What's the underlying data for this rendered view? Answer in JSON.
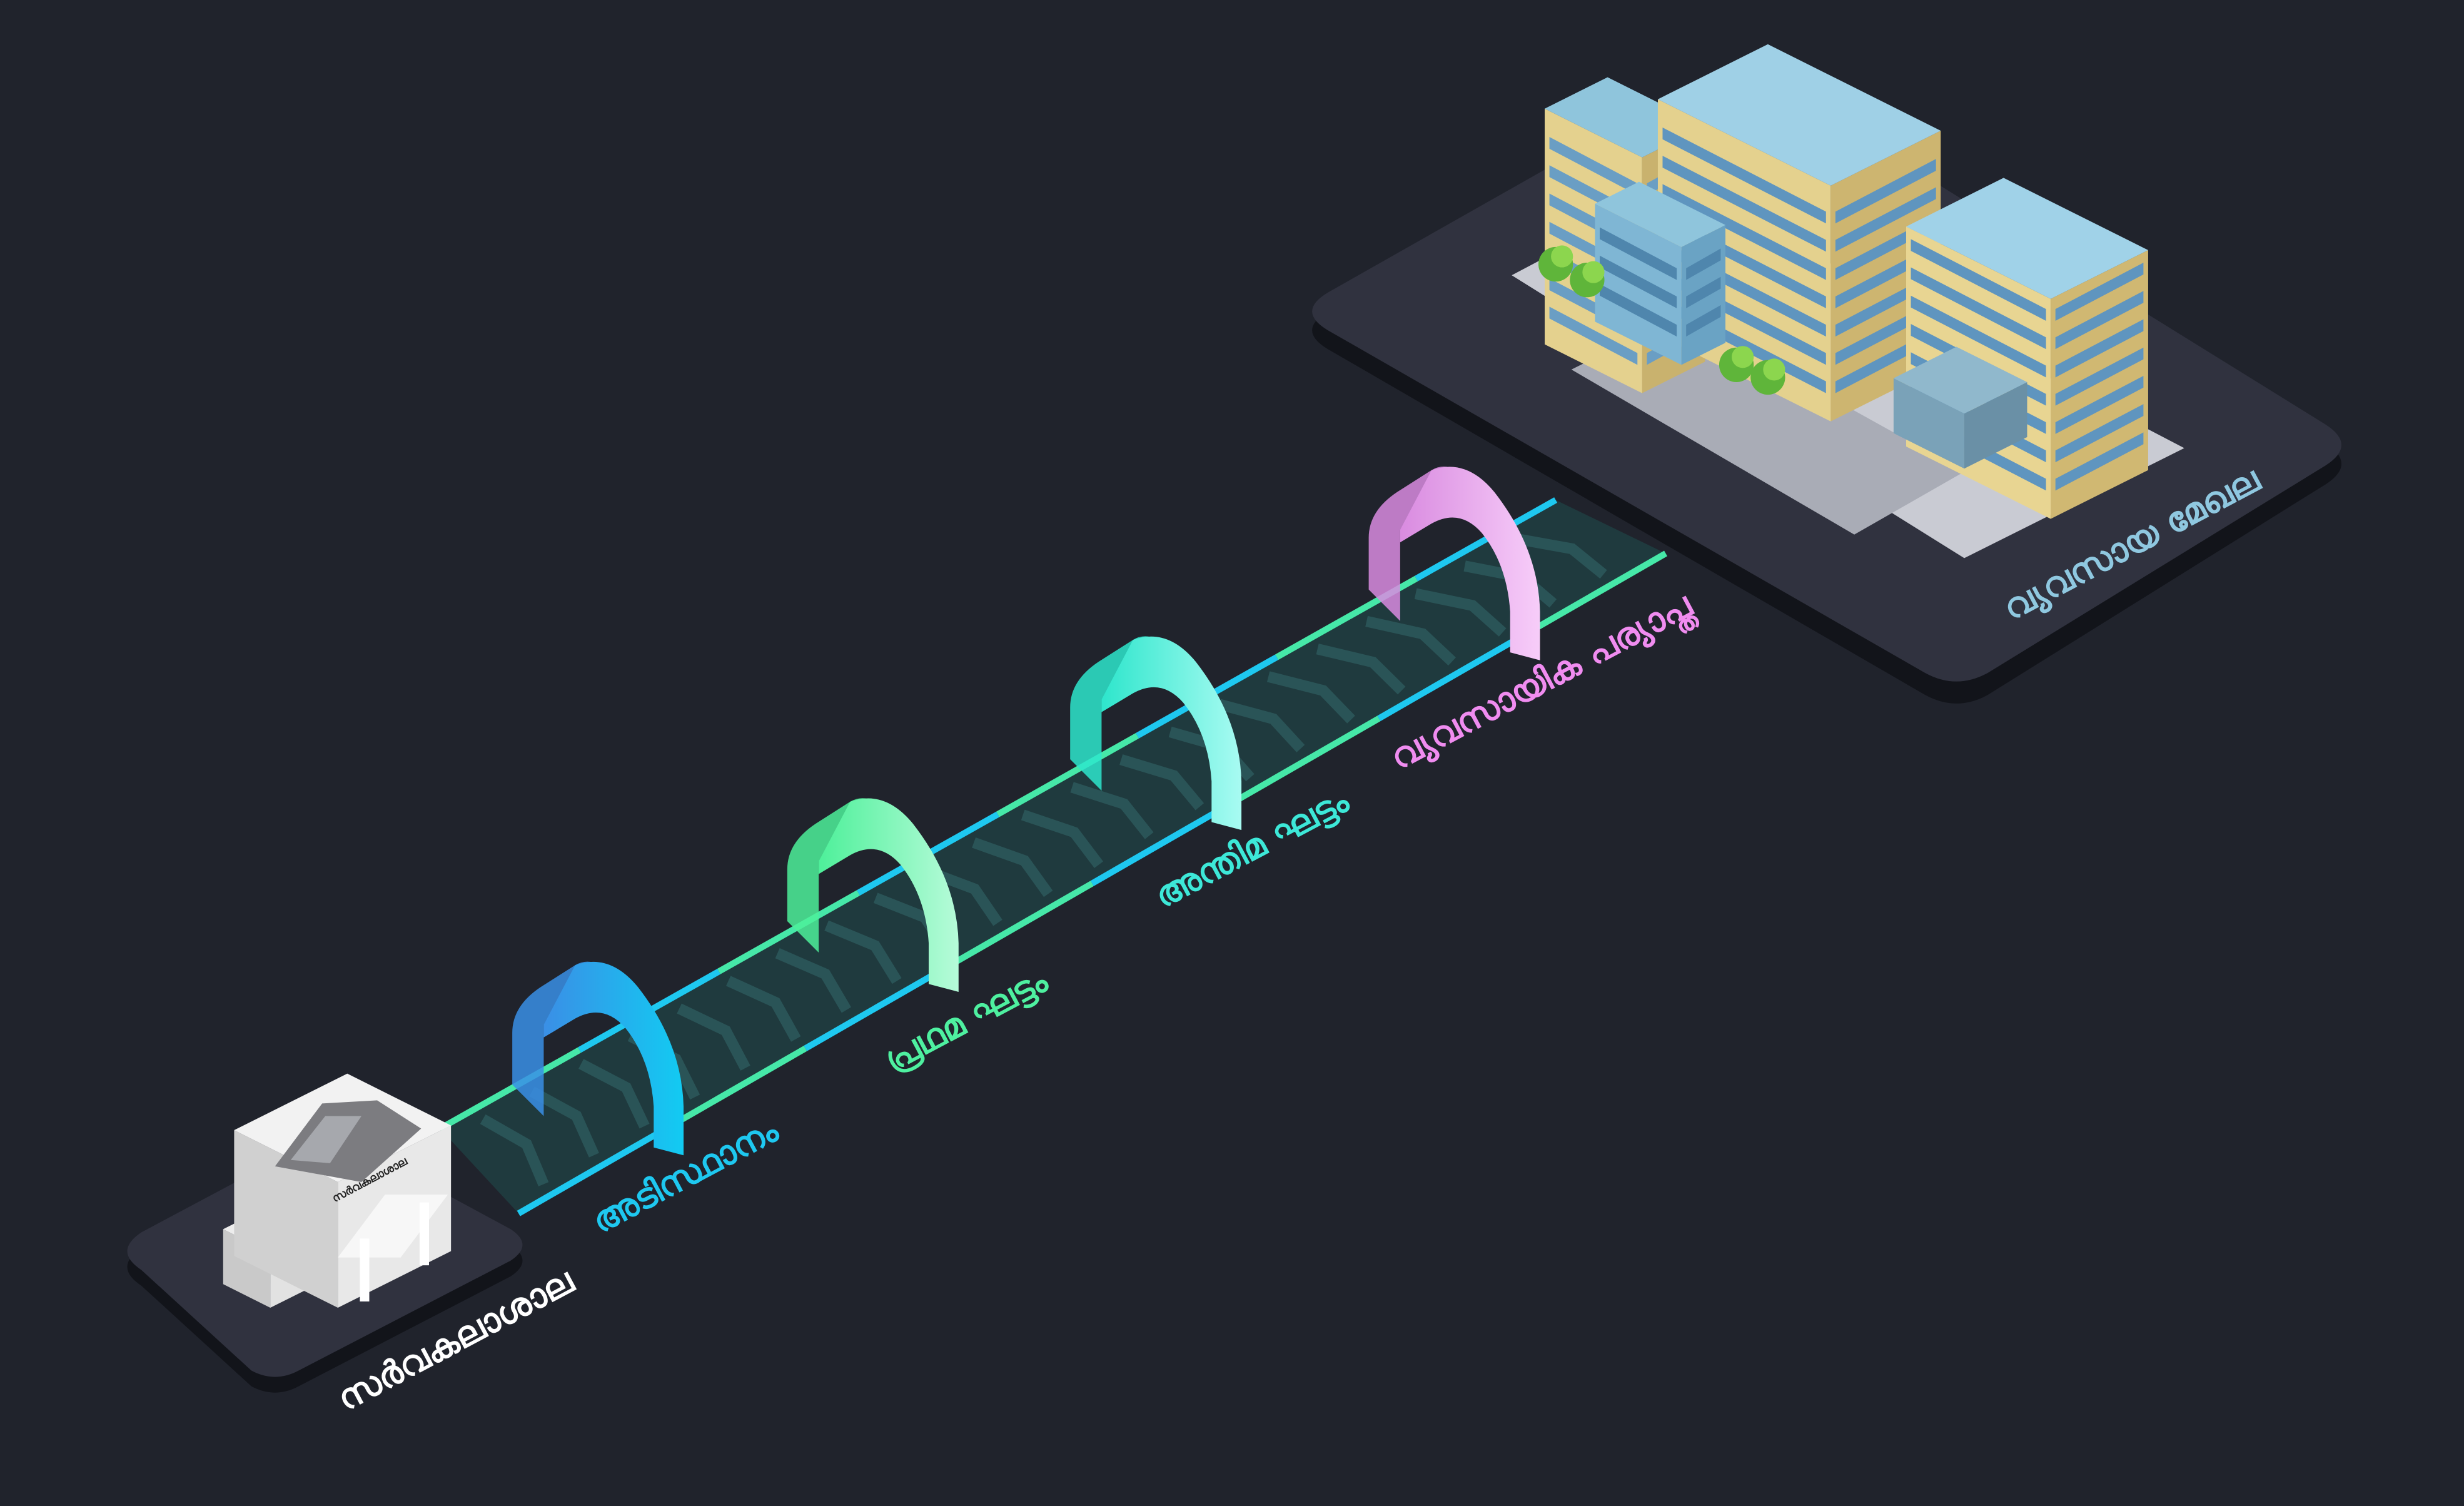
{
  "colors": {
    "background": "#20232c",
    "platform": "#30323f",
    "platform_shadow": "#12141a",
    "road": "#1f3a3e",
    "chevron": "#2f5d60",
    "edge_cyan": "#1ec8f0",
    "edge_green": "#46e8a8"
  },
  "stages": [
    {
      "label": "അടിസ്ഥാനം",
      "color": "#1ec8f0",
      "arch_from": "#3a8fe6",
      "arch_to": "#12cbf2"
    },
    {
      "label": "പ്രഥമ ഘട്ടം",
      "color": "#4ef0a0",
      "arch_from": "#4ef09a",
      "arch_to": "#b6fbd9"
    },
    {
      "label": "അന്തിമ ഘട്ടം",
      "color": "#3de8d8",
      "arch_from": "#2ee6cc",
      "arch_to": "#a8fbf2"
    },
    {
      "label": "വ്യവസായിക പര്യാപ്ത",
      "color": "#f08cf0",
      "arch_from": "#d98be0",
      "arch_to": "#f7cdf9"
    }
  ],
  "start": {
    "label": "സർവകലാശാല",
    "sign": "സർവകലാശാല",
    "color": "#ffffff"
  },
  "end": {
    "label": "വ്യവസായ മേഖല",
    "color": "#8fc8e0"
  }
}
